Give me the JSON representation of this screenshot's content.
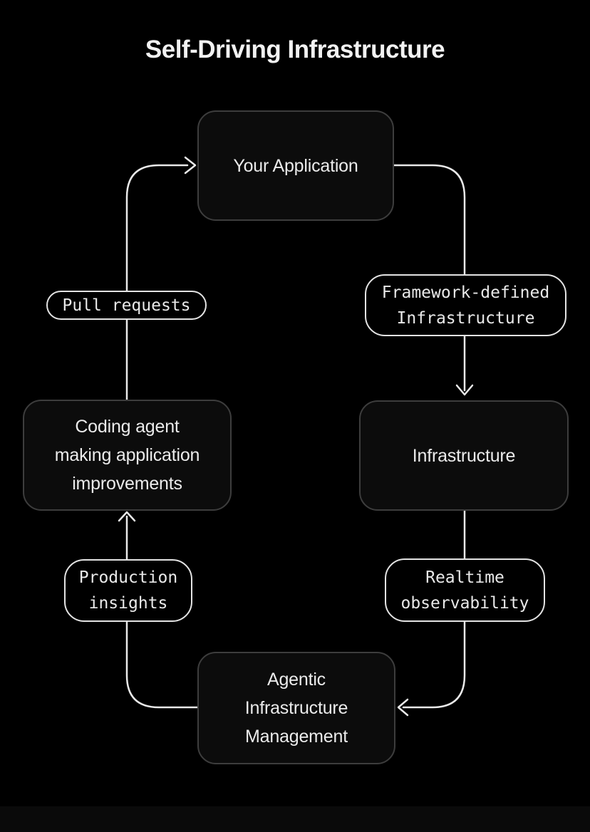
{
  "title": "Self-Driving Infrastructure",
  "colors": {
    "background": "#000000",
    "node_fill": "#0c0c0c",
    "node_border": "#3d3d3d",
    "pill_border": "#e3e3e3",
    "connector": "#e9e9e9",
    "text": "#ebebeb"
  },
  "nodes": {
    "your_application": {
      "label": "Your Application",
      "lines": [
        "Your Application"
      ]
    },
    "infrastructure": {
      "label": "Infrastructure",
      "lines": [
        "Infrastructure"
      ]
    },
    "coding_agent": {
      "label": "Coding agent making application improvements",
      "lines": [
        "Coding agent",
        "making application",
        "improvements"
      ]
    },
    "agentic_management": {
      "label": "Agentic Infrastructure Management",
      "lines": [
        "Agentic",
        "Infrastructure",
        "Management"
      ]
    }
  },
  "edge_labels": {
    "framework_defined": {
      "label": "Framework-defined Infrastructure",
      "lines": [
        "Framework-defined",
        "Infrastructure"
      ]
    },
    "realtime_observability": {
      "label": "Realtime observability",
      "lines": [
        "Realtime",
        "observability"
      ]
    },
    "production_insights": {
      "label": "Production insights",
      "lines": [
        "Production",
        "insights"
      ]
    },
    "pull_requests": {
      "label": "Pull requests",
      "lines": [
        "Pull requests"
      ]
    }
  },
  "edges": [
    {
      "from": "Your Application",
      "to": "Infrastructure",
      "label": "Framework-defined Infrastructure"
    },
    {
      "from": "Infrastructure",
      "to": "Agentic Infrastructure Management",
      "label": "Realtime observability"
    },
    {
      "from": "Agentic Infrastructure Management",
      "to": "Coding agent making application improvements",
      "label": "Production insights"
    },
    {
      "from": "Coding agent making application improvements",
      "to": "Your Application",
      "label": "Pull requests"
    }
  ]
}
